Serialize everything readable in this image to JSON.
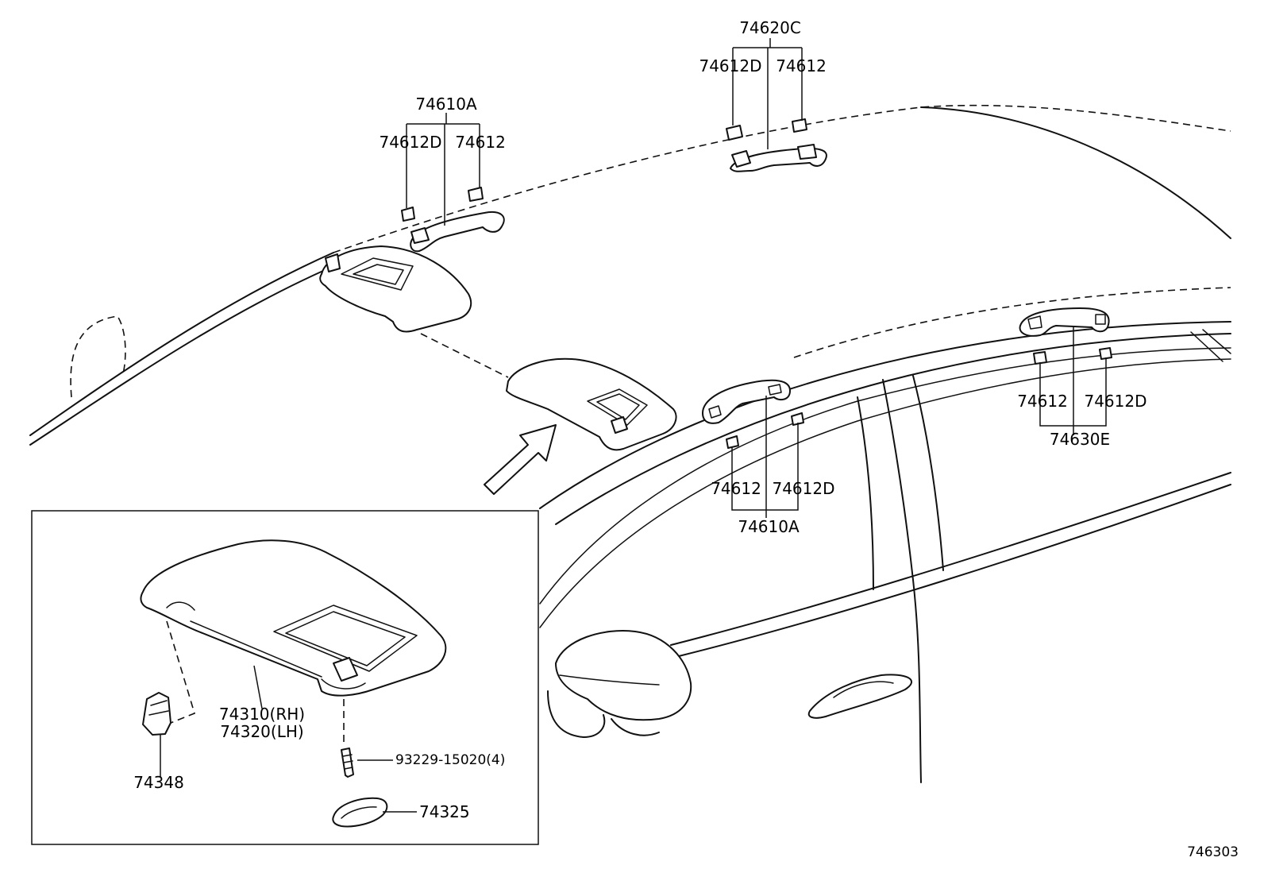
{
  "labels": {
    "top_assembly": "74620C",
    "top_left_clip": "74612D",
    "top_right_clip": "74612",
    "front_assembly": "74610A",
    "front_left_clip": "74612D",
    "front_right_clip": "74612",
    "rear_left_clip": "74612",
    "rear_right_clip": "74612D",
    "rear_assembly": "74630E",
    "side_left_clip": "74612",
    "side_right_clip": "74612D",
    "side_assembly": "74610A",
    "visor_rh": "74310(RH)",
    "visor_lh": "74320(LH)",
    "screw": "93229-15020(4)",
    "holder": "74348",
    "cover": "74325",
    "diagram_code": "746303"
  }
}
